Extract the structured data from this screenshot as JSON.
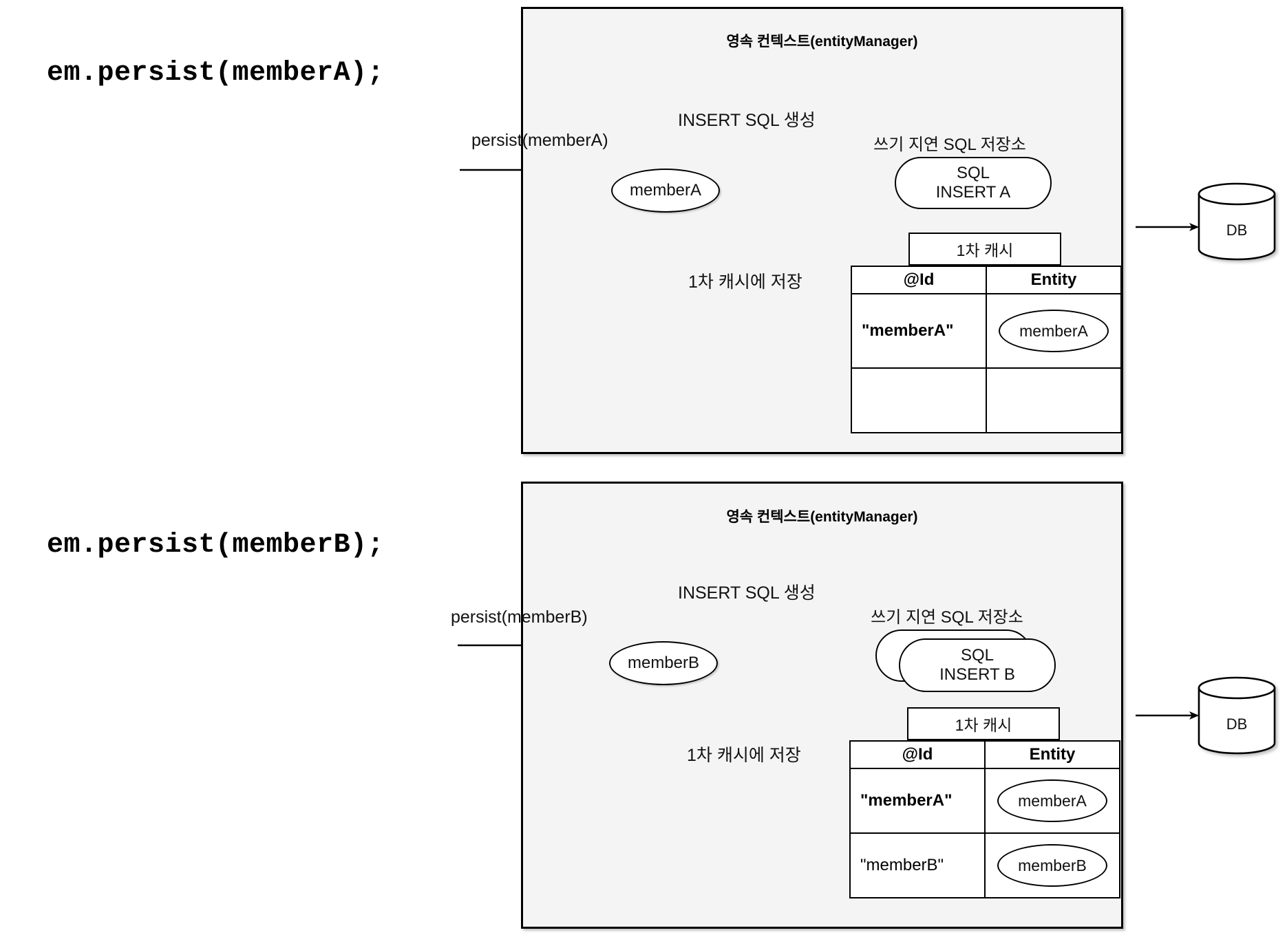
{
  "diagram": {
    "title_font_note": "monospace-bold",
    "colors": {
      "panel_background": "#f4f4f4",
      "panel_border": "#000000",
      "shape_fill": "#ffffff",
      "text": "#111111",
      "page_background": "#ffffff"
    }
  },
  "panels": [
    {
      "code_label": "em.persist(memberA);",
      "context_title": "영속 컨텍스트(entityManager)",
      "incoming_arrow_label": "persist(memberA)",
      "entity_node": "memberA",
      "insert_sql_label": "INSERT SQL 생성",
      "cache_store_label": "1차 캐시에 저장",
      "sql_store": {
        "title": "쓰기 지연 SQL 저장소",
        "queued_sql": [
          {
            "line1": "SQL",
            "line2": "INSERT A"
          }
        ]
      },
      "cache": {
        "title": "1차 캐시",
        "columns": [
          "@Id",
          "Entity"
        ],
        "rows": [
          {
            "id": "\"memberA\"",
            "entity": "memberA",
            "bold": true
          },
          {
            "id": "",
            "entity": "",
            "bold": false
          }
        ]
      },
      "db_label": "DB"
    },
    {
      "code_label": "em.persist(memberB);",
      "context_title": "영속 컨텍스트(entityManager)",
      "incoming_arrow_label": "persist(memberB)",
      "entity_node": "memberB",
      "insert_sql_label": "INSERT SQL 생성",
      "cache_store_label": "1차 캐시에 저장",
      "sql_store": {
        "title": "쓰기 지연 SQL 저장소",
        "queued_sql": [
          {
            "line1": "",
            "line2": ""
          },
          {
            "line1": "SQL",
            "line2": "INSERT B"
          }
        ]
      },
      "cache": {
        "title": "1차 캐시",
        "columns": [
          "@Id",
          "Entity"
        ],
        "rows": [
          {
            "id": "\"memberA\"",
            "entity": "memberA",
            "bold": true
          },
          {
            "id": "\"memberB\"",
            "entity": "memberB",
            "bold": false
          }
        ]
      },
      "db_label": "DB"
    }
  ]
}
